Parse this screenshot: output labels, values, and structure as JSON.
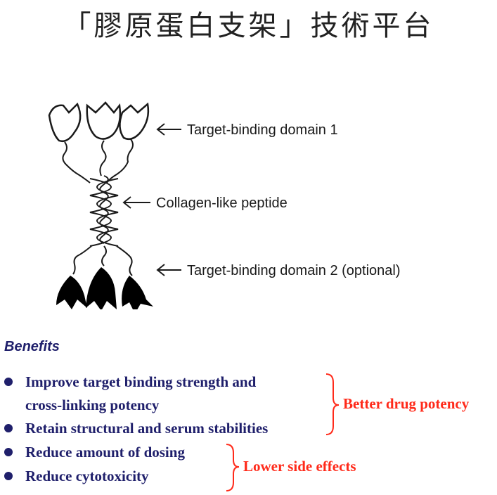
{
  "title": "「膠原蛋白支架」技術平台",
  "diagram": {
    "labels": {
      "domain1": "Target-binding domain 1",
      "peptide": "Collagen-like peptide",
      "domain2": "Target-binding domain 2 (optional)"
    }
  },
  "benefits": {
    "heading": "Benefits",
    "items": [
      {
        "line1": "Improve target binding strength and",
        "line2": "cross-linking potency"
      },
      {
        "line1": "Retain structural and serum stabilities"
      },
      {
        "line1": "Reduce amount of dosing"
      },
      {
        "line1": "Reduce cytotoxicity"
      }
    ],
    "groups": [
      {
        "label": "Better drug potency"
      },
      {
        "label": "Lower side effects"
      }
    ]
  },
  "colors": {
    "text_navy": "#1f1f6b",
    "accent_red": "#ff2a1a",
    "ink": "#1a1a1a"
  }
}
